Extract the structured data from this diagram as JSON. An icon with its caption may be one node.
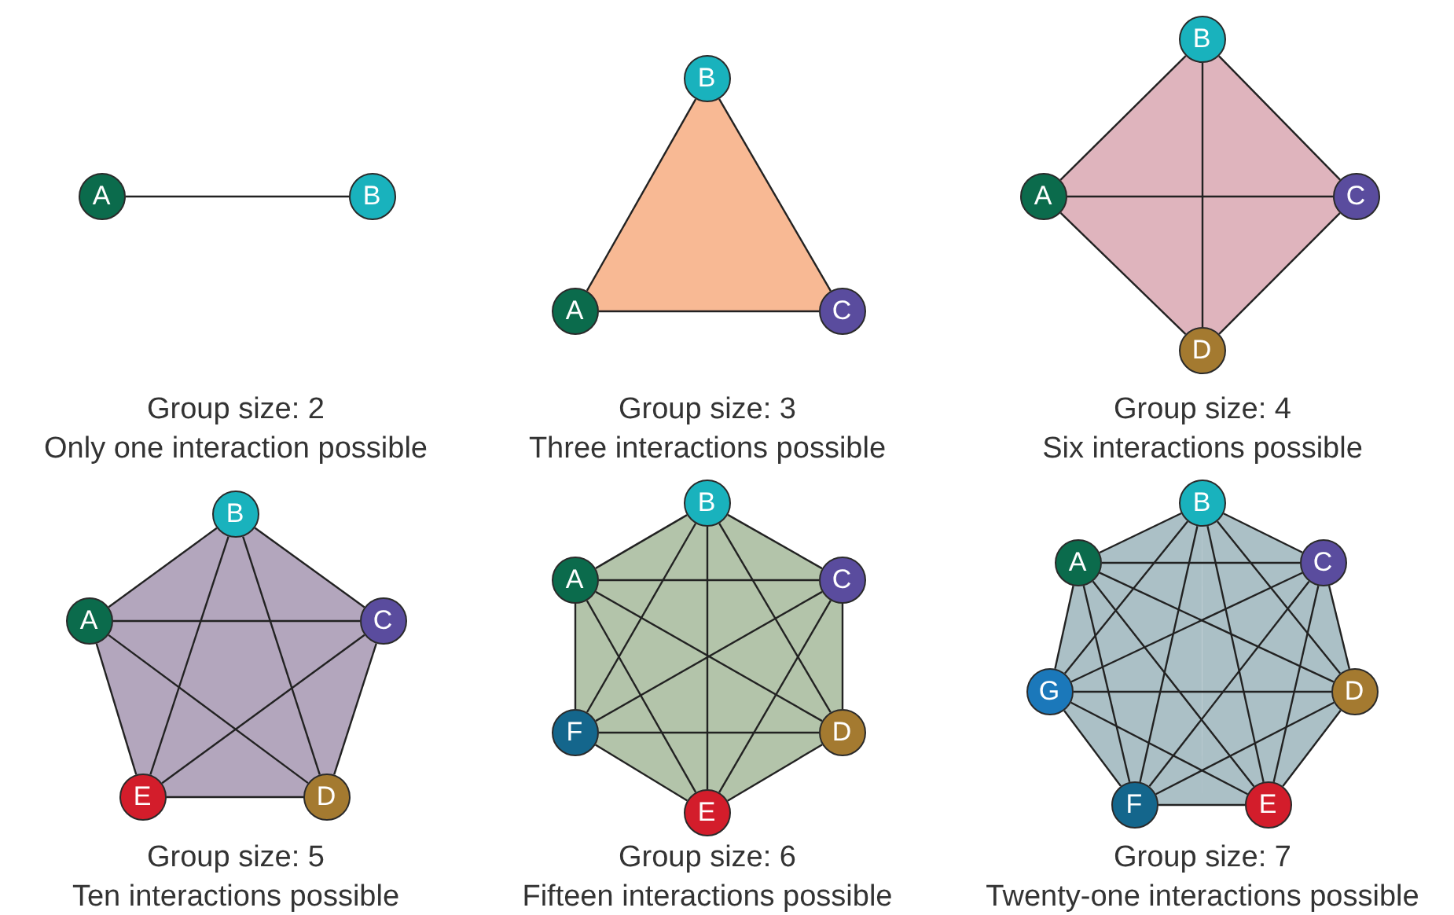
{
  "diagram": {
    "nodes": [
      {
        "text": [
          "A"
        ]
      },
      {
        "text": [
          "B"
        ]
      },
      {
        "text": [
          "A"
        ]
      },
      {
        "text": [
          "B"
        ]
      },
      {
        "text": [
          "C"
        ]
      },
      {
        "text": [
          "A"
        ]
      },
      {
        "text": [
          "B"
        ]
      },
      {
        "text": [
          "C"
        ]
      },
      {
        "text": [
          "D"
        ]
      },
      {
        "text": [
          "A"
        ]
      },
      {
        "text": [
          "B"
        ]
      },
      {
        "text": [
          "C"
        ]
      },
      {
        "text": [
          "D"
        ]
      },
      {
        "text": [
          "E"
        ]
      },
      {
        "text": [
          "A"
        ]
      },
      {
        "text": [
          "B"
        ]
      },
      {
        "text": [
          "C"
        ]
      },
      {
        "text": [
          "D"
        ]
      },
      {
        "text": [
          "E"
        ]
      },
      {
        "text": [
          "F"
        ]
      },
      {
        "text": [
          "A"
        ]
      },
      {
        "text": [
          "B"
        ]
      },
      {
        "text": [
          "C"
        ]
      },
      {
        "text": [
          "D"
        ]
      },
      {
        "text": [
          "E"
        ]
      },
      {
        "text": [
          "F"
        ]
      },
      {
        "text": [
          "G"
        ]
      }
    ],
    "edges": [
      {
        "from": 0,
        "to": 1,
        "arrow": "none"
      },
      {
        "from": 2,
        "to": 3,
        "arrow": "none"
      },
      {
        "from": 2,
        "to": 4,
        "arrow": "none"
      },
      {
        "from": 3,
        "to": 4,
        "arrow": "none"
      },
      {
        "from": 5,
        "to": 6,
        "arrow": "none"
      },
      {
        "from": 5,
        "to": 7,
        "arrow": "none"
      },
      {
        "from": 5,
        "to": 8,
        "arrow": "none"
      },
      {
        "from": 6,
        "to": 7,
        "arrow": "none"
      },
      {
        "from": 6,
        "to": 8,
        "arrow": "none"
      },
      {
        "from": 7,
        "to": 8,
        "arrow": "none"
      },
      {
        "from": 9,
        "to": 10,
        "arrow": "none"
      },
      {
        "from": 9,
        "to": 11,
        "arrow": "none"
      },
      {
        "from": 9,
        "to": 12,
        "arrow": "none"
      },
      {
        "from": 9,
        "to": 13,
        "arrow": "none"
      },
      {
        "from": 10,
        "to": 11,
        "arrow": "none"
      },
      {
        "from": 10,
        "to": 12,
        "arrow": "none"
      },
      {
        "from": 10,
        "to": 13,
        "arrow": "none"
      },
      {
        "from": 11,
        "to": 12,
        "arrow": "none"
      },
      {
        "from": 11,
        "to": 13,
        "arrow": "none"
      },
      {
        "from": 12,
        "to": 13,
        "arrow": "none"
      },
      {
        "from": 14,
        "to": 15,
        "arrow": "none"
      },
      {
        "from": 14,
        "to": 16,
        "arrow": "none"
      },
      {
        "from": 14,
        "to": 17,
        "arrow": "none"
      },
      {
        "from": 14,
        "to": 18,
        "arrow": "none"
      },
      {
        "from": 14,
        "to": 19,
        "arrow": "none"
      },
      {
        "from": 15,
        "to": 16,
        "arrow": "none"
      },
      {
        "from": 15,
        "to": 17,
        "arrow": "none"
      },
      {
        "from": 15,
        "to": 18,
        "arrow": "none"
      },
      {
        "from": 15,
        "to": 19,
        "arrow": "none"
      },
      {
        "from": 16,
        "to": 17,
        "arrow": "none"
      },
      {
        "from": 16,
        "to": 18,
        "arrow": "none"
      },
      {
        "from": 16,
        "to": 19,
        "arrow": "none"
      },
      {
        "from": 17,
        "to": 18,
        "arrow": "none"
      },
      {
        "from": 17,
        "to": 19,
        "arrow": "none"
      },
      {
        "from": 18,
        "to": 19,
        "arrow": "none"
      },
      {
        "from": 20,
        "to": 21,
        "arrow": "none"
      },
      {
        "from": 20,
        "to": 22,
        "arrow": "none"
      },
      {
        "from": 20,
        "to": 23,
        "arrow": "none"
      },
      {
        "from": 20,
        "to": 24,
        "arrow": "none"
      },
      {
        "from": 20,
        "to": 25,
        "arrow": "none"
      },
      {
        "from": 20,
        "to": 26,
        "arrow": "none"
      },
      {
        "from": 21,
        "to": 22,
        "arrow": "none"
      },
      {
        "from": 21,
        "to": 23,
        "arrow": "none"
      },
      {
        "from": 21,
        "to": 24,
        "arrow": "none"
      },
      {
        "from": 21,
        "to": 25,
        "arrow": "none"
      },
      {
        "from": 21,
        "to": 26,
        "arrow": "none"
      },
      {
        "from": 22,
        "to": 23,
        "arrow": "none"
      },
      {
        "from": 22,
        "to": 24,
        "arrow": "none"
      },
      {
        "from": 22,
        "to": 25,
        "arrow": "none"
      },
      {
        "from": 22,
        "to": 26,
        "arrow": "none"
      },
      {
        "from": 23,
        "to": 24,
        "arrow": "none"
      },
      {
        "from": 23,
        "to": 25,
        "arrow": "none"
      },
      {
        "from": 23,
        "to": 26,
        "arrow": "none"
      },
      {
        "from": 24,
        "to": 25,
        "arrow": "none"
      },
      {
        "from": 24,
        "to": 26,
        "arrow": "none"
      },
      {
        "from": 25,
        "to": 26,
        "arrow": "none"
      }
    ],
    "labels": [
      "Group size: 2",
      "Only one interaction possible",
      "Group size: 3",
      "Three interactions possible",
      "Group size: 4",
      "Six interactions possible",
      "Group size: 5",
      "Ten interactions possible",
      "Group size: 6",
      "Fifteen interactions possible",
      "Group size: 7",
      "Twenty-one interactions possible"
    ]
  }
}
